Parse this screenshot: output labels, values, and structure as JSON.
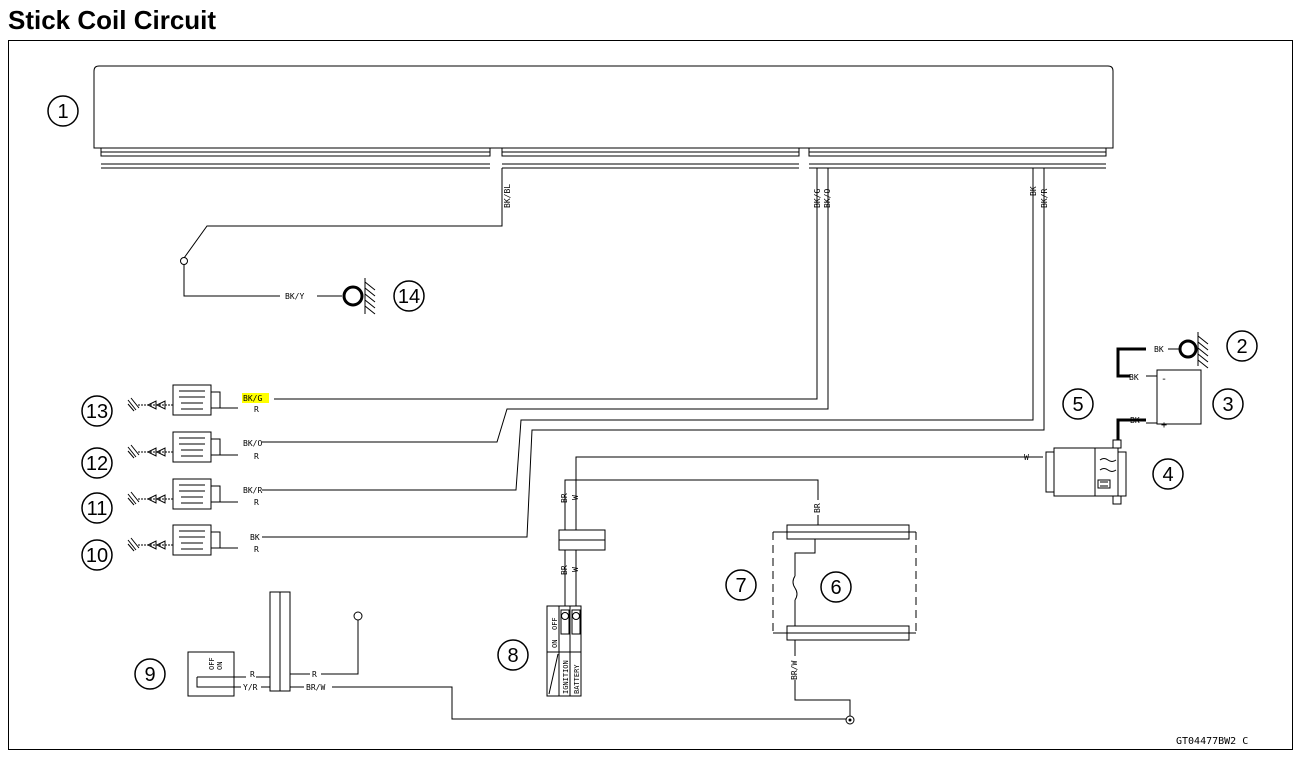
{
  "title": "Stick Coil Circuit",
  "figure_code": "GT04477BW2 C",
  "callouts": [
    "1",
    "2",
    "3",
    "4",
    "5",
    "6",
    "7",
    "8",
    "9",
    "10",
    "11",
    "12",
    "13",
    "14"
  ],
  "wires": {
    "bk_bl": "BK/BL",
    "bk_g": "BK/G",
    "bk_o": "BK/O",
    "bk": "BK",
    "bk_r": "BK/R",
    "bk_y": "BK/Y",
    "r": "R",
    "w": "W",
    "br": "BR",
    "br_w": "BR/W",
    "y_r": "Y/R"
  },
  "ignition_switch": {
    "off": "OFF",
    "on": "ON",
    "row1": "IGNITION",
    "row2": "BATTERY",
    "off2": "OFF",
    "on2": "ON"
  },
  "battery": {
    "minus": "-",
    "plus": "+"
  },
  "highlight_color": "#ffff00"
}
